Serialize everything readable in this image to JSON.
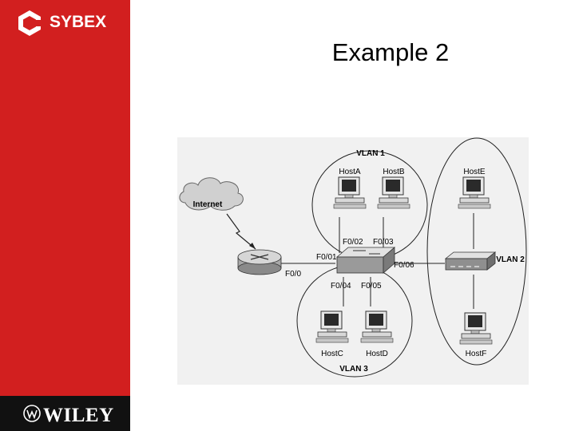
{
  "slide": {
    "title": "Example 2"
  },
  "branding": {
    "top_logo": "SYBEX",
    "bottom_logo": "WILEY",
    "sidebar_color": "#d21f1f"
  },
  "diagram": {
    "internet_label": "Internet",
    "vlans": {
      "vlan1": "VLAN 1",
      "vlan2": "VLAN 2",
      "vlan3": "VLAN 3"
    },
    "hosts": {
      "a": "HostA",
      "b": "HostB",
      "c": "HostC",
      "d": "HostD",
      "e": "HostE",
      "f": "HostF"
    },
    "ports": {
      "f0_0": "F0/0",
      "f0_01": "F0/01",
      "f0_02": "F0/02",
      "f0_03": "F0/03",
      "f0_04": "F0/04",
      "f0_05": "F0/05",
      "f0_06": "F0/06"
    }
  }
}
